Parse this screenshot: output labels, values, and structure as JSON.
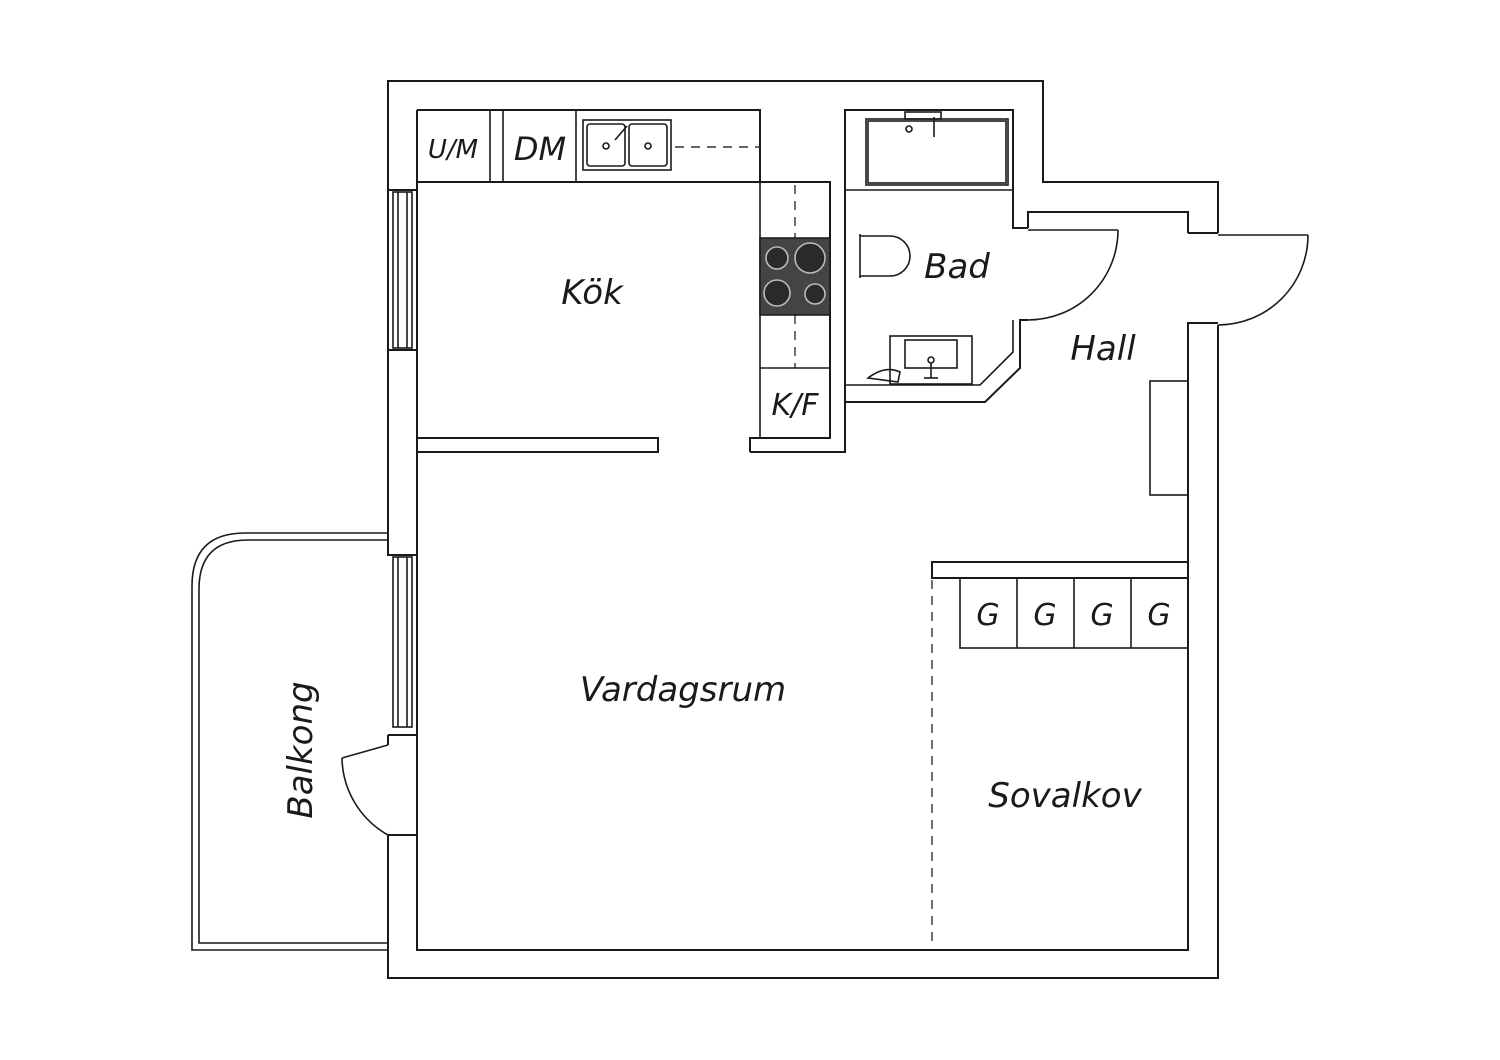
{
  "plan": {
    "rooms": {
      "kitchen": "Kök",
      "bathroom": "Bad",
      "hall": "Hall",
      "living_room": "Vardagsrum",
      "sleeping_alcove": "Sovalkov",
      "balcony": "Balkong"
    },
    "appliances": {
      "washer_dryer": "U/M",
      "dishwasher": "DM",
      "fridge_freezer": "K/F",
      "wardrobes": [
        "G",
        "G",
        "G",
        "G"
      ]
    }
  }
}
